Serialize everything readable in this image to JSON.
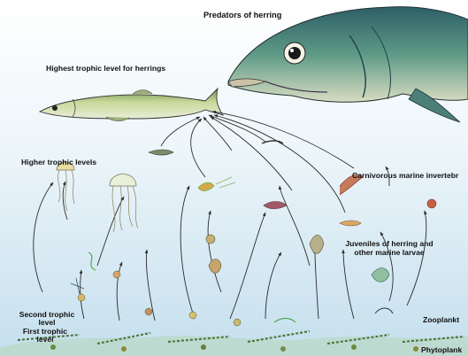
{
  "diagram": {
    "labels": {
      "predators": "Predators of herring",
      "highest": "Highest trophic level for herrings",
      "higher": "Higher trophic levels",
      "carnivorous": "Carnivorous marine invertebr",
      "juveniles_line1": "Juveniles of herring and",
      "juveniles_line2": "other marine larvae",
      "zooplankton": "Zooplankt",
      "second_line1": "Second trophic",
      "second_line2": "level",
      "first_line1": "First trophic",
      "first_line2": "level",
      "phytoplankton": "Phytoplank"
    },
    "colors": {
      "water_top": "#ffffff",
      "water_bottom": "#c8e1ef",
      "herring_body": "#b9cf8e",
      "predator_body": "#3f7a78",
      "arrow": "#2b2b2b"
    }
  }
}
